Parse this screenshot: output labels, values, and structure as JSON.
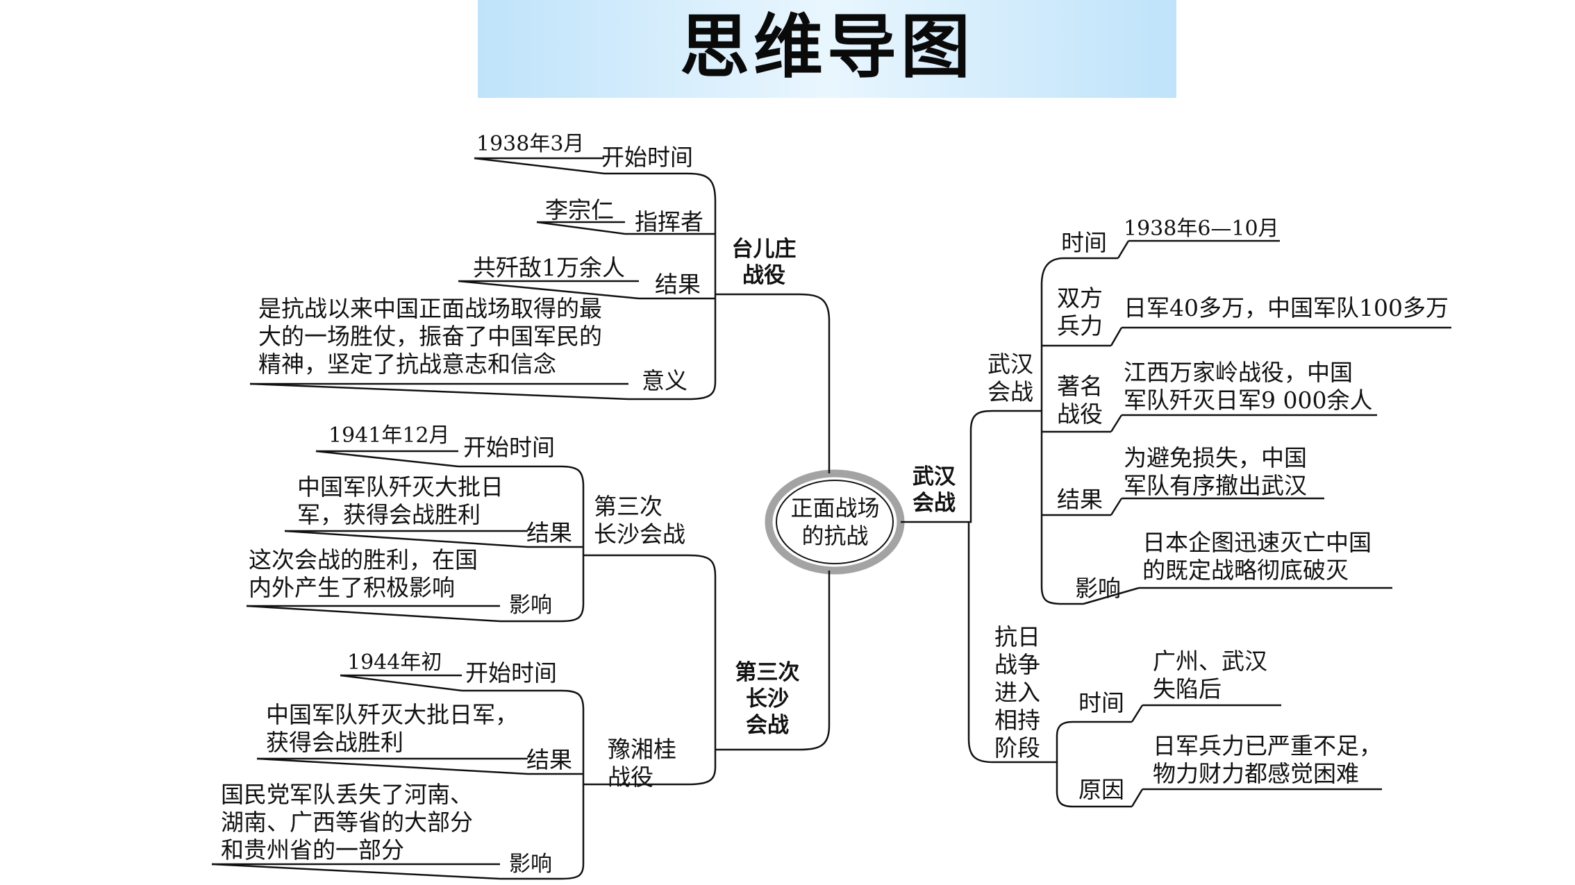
{
  "title": "思维导图",
  "center": "正面战场\n的抗战",
  "taierzhuang": {
    "label": "台儿庄\n战役",
    "start_label": "开始时间",
    "start_value": "1938年3月",
    "commander_label": "指挥者",
    "commander_value": "李宗仁",
    "result_label": "结果",
    "result_value": "共歼敌1万余人",
    "meaning_label": "意义",
    "meaning_value": "是抗战以来中国正面战场取得的最\n大的一场胜仗，振奋了中国军民的\n精神，坚定了抗战意志和信念"
  },
  "changsha3": {
    "label": "第三次\n长沙\n会战",
    "battle2": {
      "label": "第三次\n长沙会战",
      "start_label": "开始时间",
      "start_value": "1941年12月",
      "result_label": "结果",
      "result_value": "中国军队歼灭大批日\n军，获得会战胜利",
      "impact_label": "影响",
      "impact_value": "这次会战的胜利，在国\n内外产生了积极影响"
    },
    "yuxianggui": {
      "label": "豫湘桂\n战役",
      "start_label": "开始时间",
      "start_value": "1944年初",
      "result_label": "结果",
      "result_value": "中国军队歼灭大批日军，\n获得会战胜利",
      "impact_label": "影响",
      "impact_value": "国民党军队丢失了河南、\n湖南、广西等省的大部分\n和贵州省的一部分"
    }
  },
  "wuhan": {
    "label": "武汉\n会战",
    "battle": {
      "label": "武汉\n会战",
      "time_label": "时间",
      "time_value": "1938年6—10月",
      "forces_label": "双方\n兵力",
      "forces_value": "日军40多万，中国军队100多万",
      "famous_label": "著名\n战役",
      "famous_value": "江西万家岭战役，中国\n军队歼灭日军9 000余人",
      "result_label": "结果",
      "result_value": "为避免损失，中国\n军队有序撤出武汉",
      "impact_label": "影响",
      "impact_value": "日本企图迅速灭亡中国\n的既定战略彻底破灭"
    },
    "stalemate": {
      "label": "抗日\n战争\n进入\n相持\n阶段",
      "time_label": "时间",
      "time_value": "广州、武汉\n失陷后",
      "reason_label": "原因",
      "reason_value": "日军兵力已严重不足，\n物力财力都感觉困难"
    }
  },
  "colors": {
    "banner": "#bfe3fa",
    "ring": "#9a9a9a",
    "line": "#111111"
  }
}
